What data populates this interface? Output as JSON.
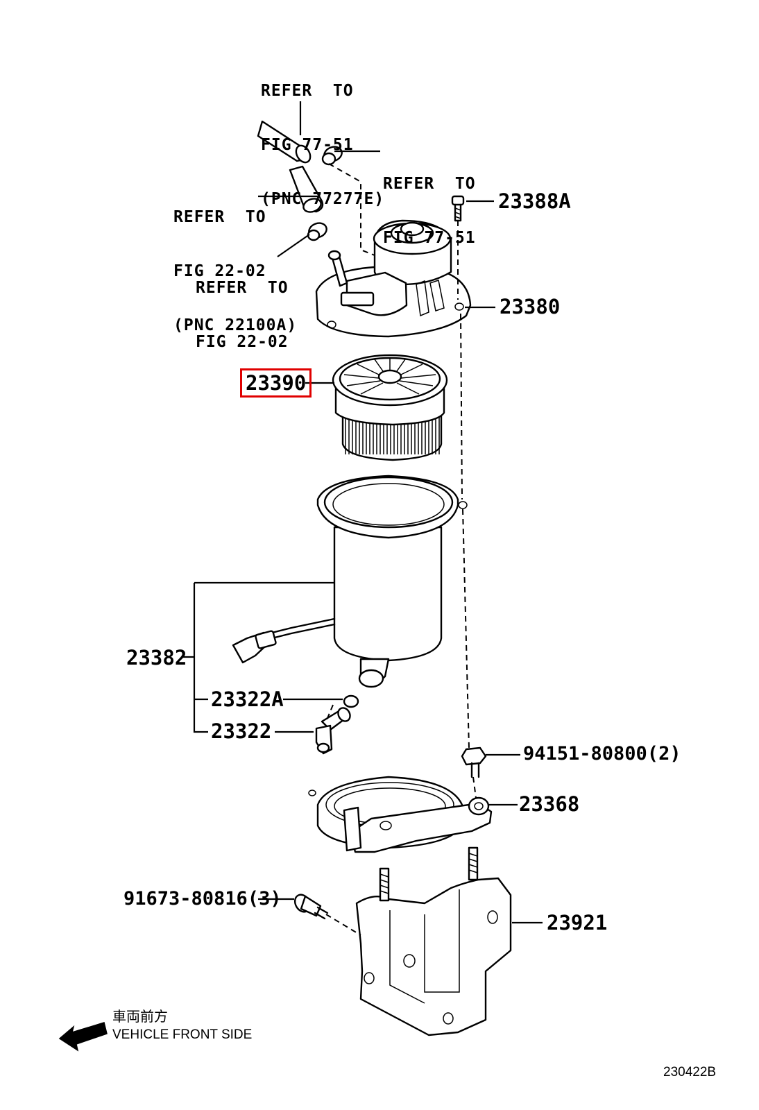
{
  "references": [
    {
      "lines": [
        "REFER  TO",
        "FIG 77-51",
        "(PNC 77277E)"
      ]
    },
    {
      "lines": [
        "REFER  TO",
        "FIG 77-51"
      ]
    },
    {
      "lines": [
        "REFER  TO",
        "FIG 22-02",
        "(PNC 22100A)"
      ]
    },
    {
      "lines": [
        "REFER  TO",
        "FIG 22-02"
      ]
    }
  ],
  "parts": {
    "p23388A": "23388A",
    "p23380": "23380",
    "p23390": "23390",
    "p23382": "23382",
    "p23322A": "23322A",
    "p23322": "23322",
    "p94151": "94151-80800(2)",
    "p23368": "23368",
    "p91673": "91673-80816(3)",
    "p23921": "23921"
  },
  "highlight": {
    "part": "23390",
    "color": "#e00000"
  },
  "direction": {
    "jp": "車両前方",
    "en": "VEHICLE FRONT SIDE"
  },
  "figure_code": "230422B"
}
